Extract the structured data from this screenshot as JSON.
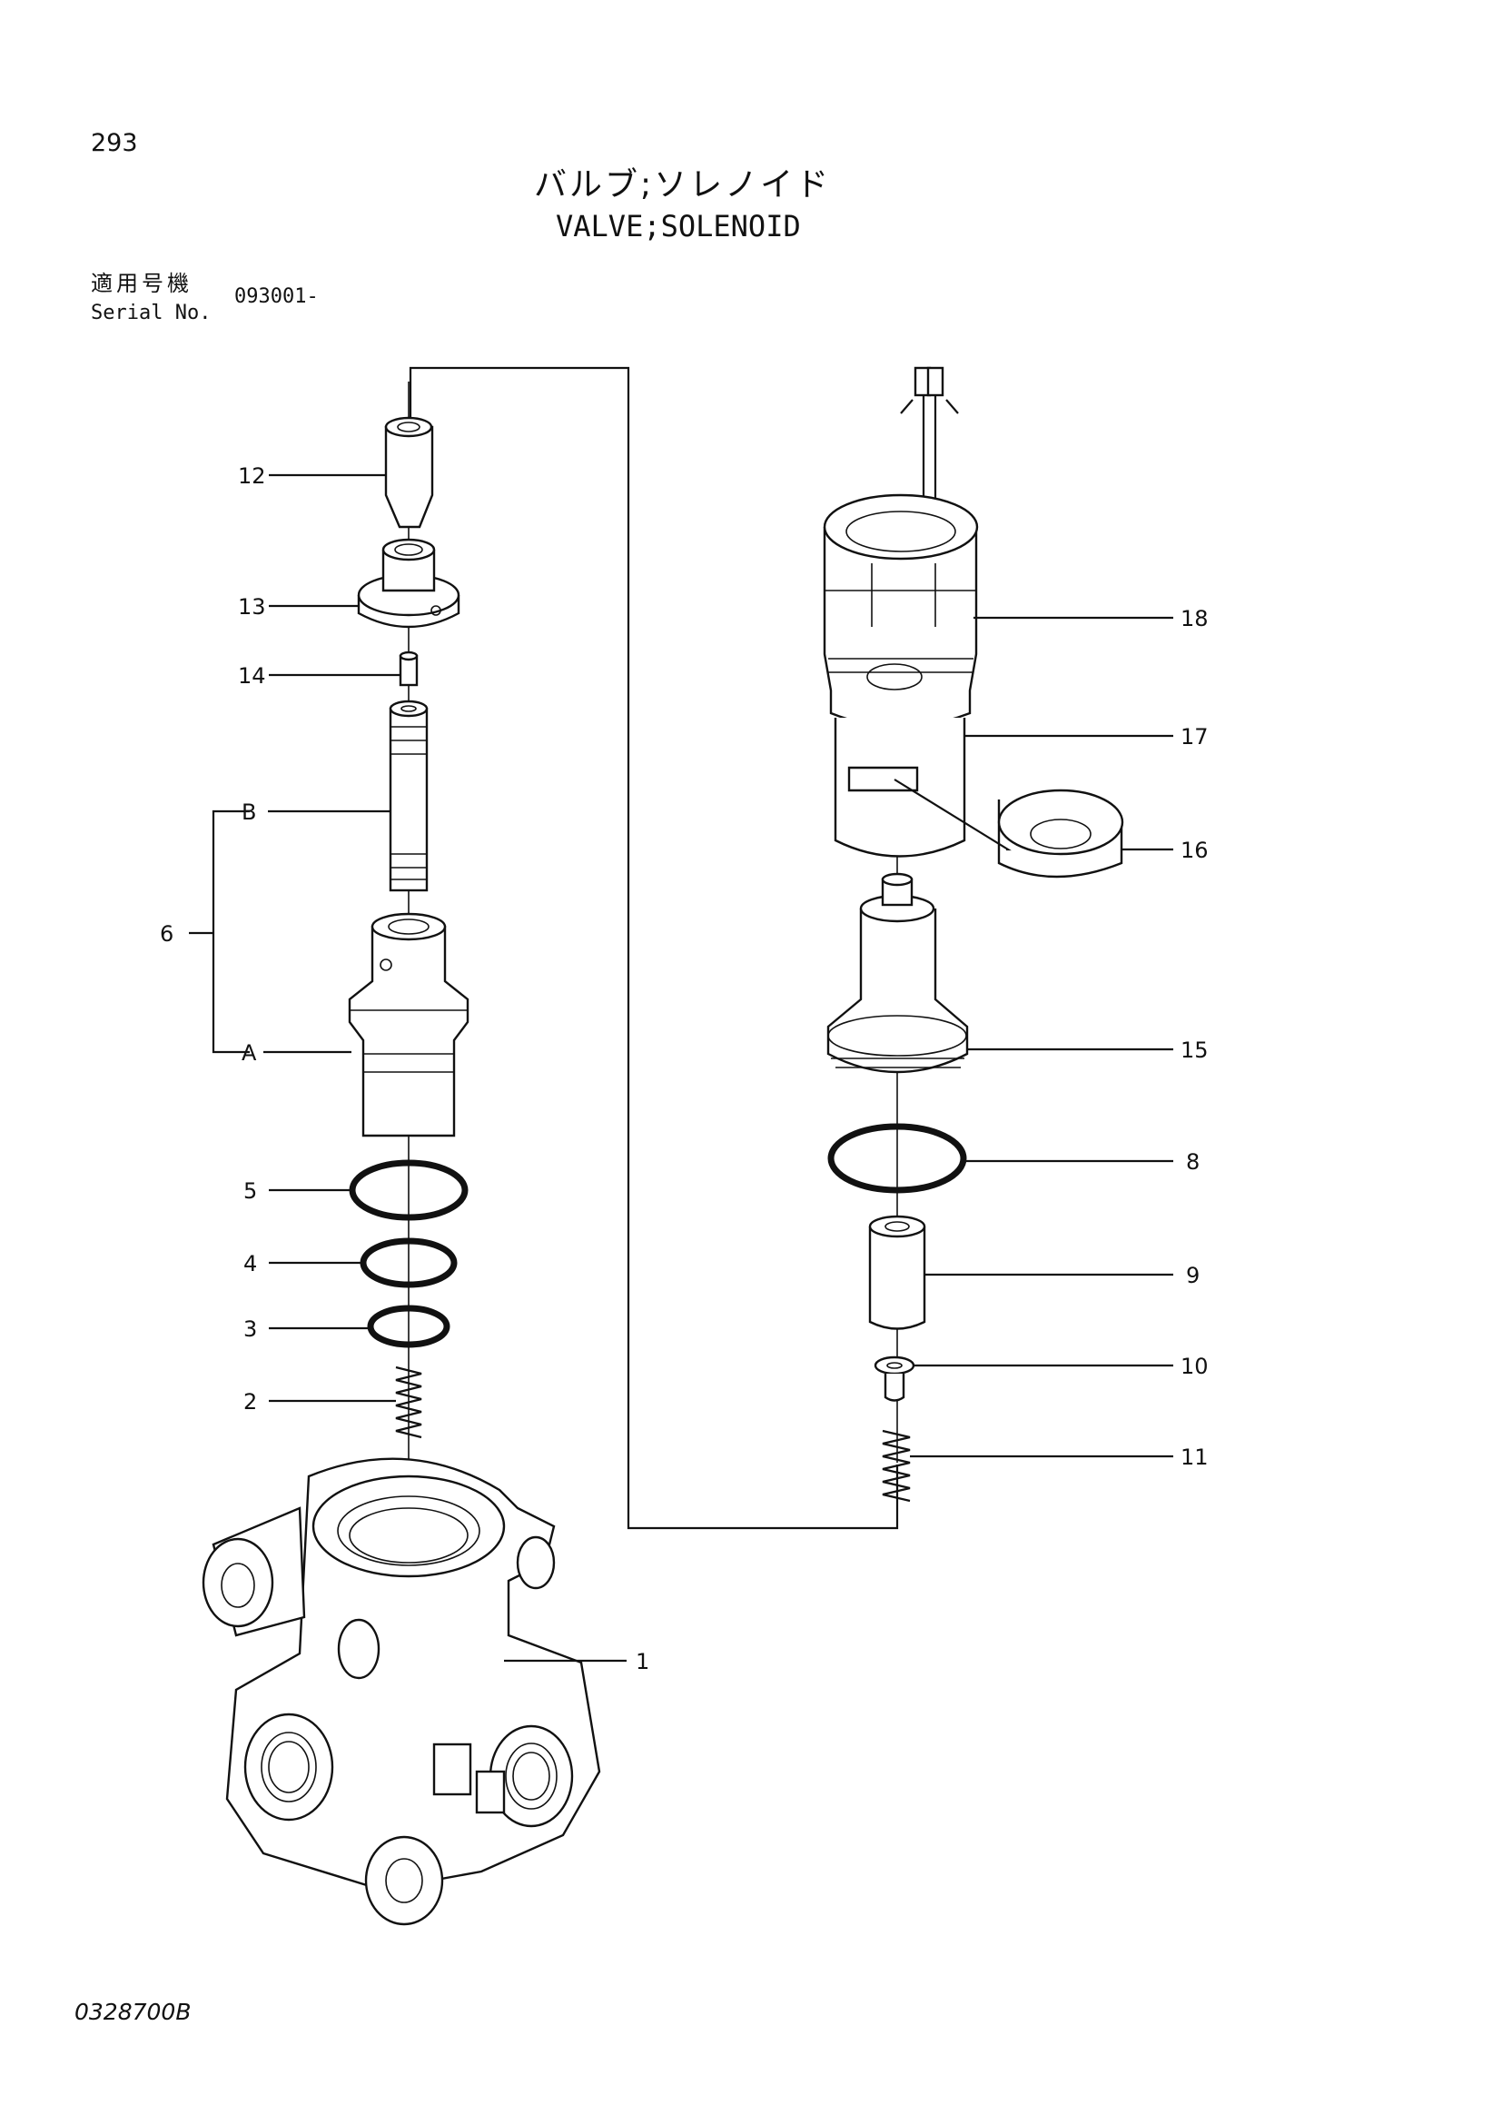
{
  "page_number": "293",
  "title_jp": "バルブ;ソレノイド",
  "title_en": "VALVE;SOLENOID",
  "serial": {
    "label_jp": "適用号機",
    "label_en": "Serial No.",
    "value": "093001-"
  },
  "drawing_code": "0328700B",
  "callouts": {
    "p1": "1",
    "p2": "2",
    "p3": "3",
    "p4": "4",
    "p5": "5",
    "p6": "6",
    "pA": "A",
    "pB": "B",
    "p8": "8",
    "p9": "9",
    "p10": "10",
    "p11": "11",
    "p12": "12",
    "p13": "13",
    "p14": "14",
    "p15": "15",
    "p16": "16",
    "p17": "17",
    "p18": "18"
  }
}
